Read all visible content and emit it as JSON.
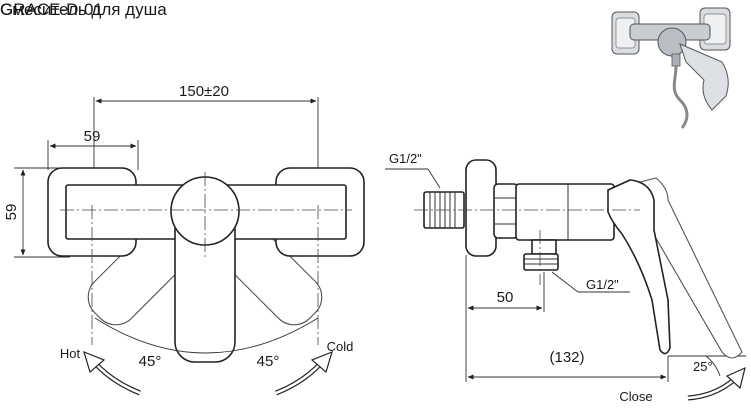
{
  "header": {
    "model": "GRACE-D-01",
    "subtitle": "Смеситель для душа"
  },
  "front_view": {
    "dim_width": "150±20",
    "dim_bracket_width": "59",
    "dim_bracket_height": "59",
    "label_hot": "Hot",
    "label_cold": "Cold",
    "angle_left": "45°",
    "angle_right": "45°"
  },
  "side_view": {
    "inlet_thread": "G1/2\"",
    "outlet_thread": "G1/2\"",
    "dim_outlet_offset": "50",
    "dim_depth": "(132)",
    "angle_close": "25°",
    "label_close": "Close"
  }
}
